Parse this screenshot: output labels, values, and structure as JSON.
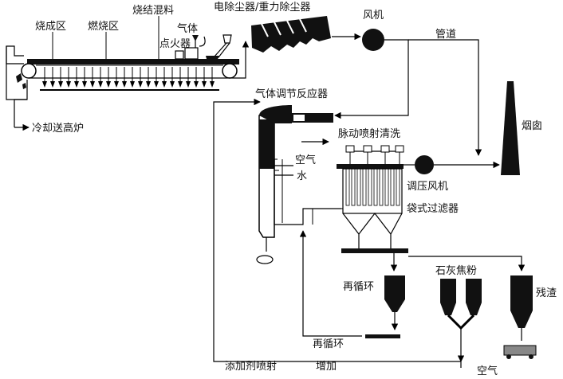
{
  "labels": {
    "sintered_zone": "烧成区",
    "combustion_zone": "燃烧区",
    "sinter_mix": "烧结混料",
    "gas": "气体",
    "igniter": "点火器",
    "precipitator": "电除尘器/重力除尘器",
    "fan": "风机",
    "duct": "管道",
    "cooling": "冷却送高炉",
    "gas_conditioning_reactor": "气体调节反应器",
    "stack": "烟囱",
    "pulse_jet": "脉动喷射清洗",
    "air": "空气",
    "water": "水",
    "booster_fan": "调压风机",
    "bag_filter": "袋式过滤器",
    "recycle": "再循环",
    "lime_coke": "石灰焦粉",
    "residue": "残渣",
    "recycle_2": "再循环",
    "additive_injection": "添加剂喷射",
    "increase": "增加",
    "air_bottom": "空气"
  },
  "colors": {
    "line": "#000000",
    "fill": "#111111",
    "background": "#ffffff"
  }
}
